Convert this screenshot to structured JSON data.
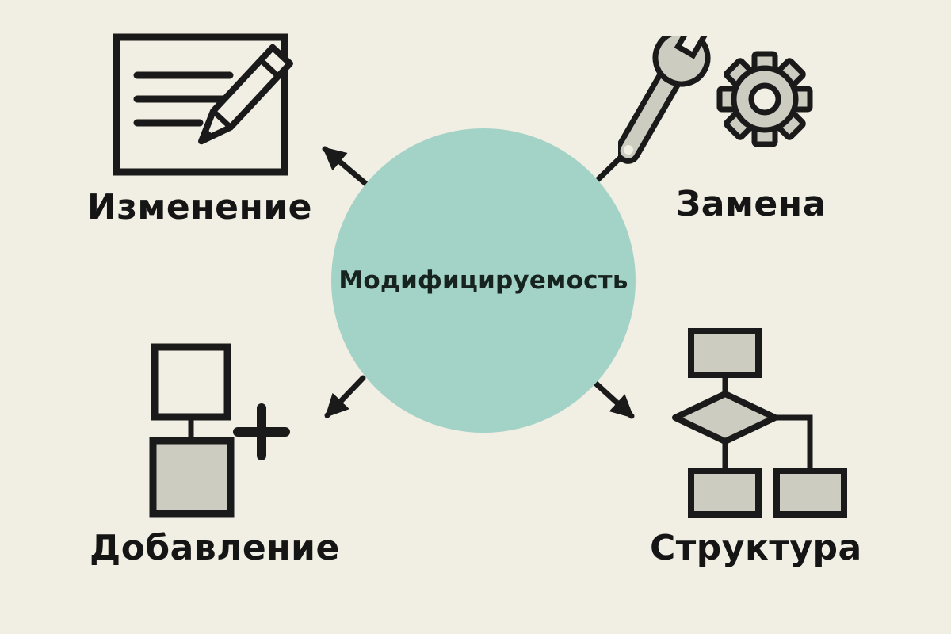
{
  "diagram": {
    "title": "Модифицируемость",
    "center": {
      "label": "Модифицируемость"
    },
    "nodes": [
      {
        "id": "change",
        "label": "Изменение",
        "icon": "document-pencil-icon",
        "position": "top-left"
      },
      {
        "id": "replacement",
        "label": "Замена",
        "icon": "wrench-gear-icon",
        "position": "top-right"
      },
      {
        "id": "addition",
        "label": "Добавление",
        "icon": "add-blocks-icon",
        "position": "bottom-left"
      },
      {
        "id": "structure",
        "label": "Структура",
        "icon": "flowchart-icon",
        "position": "bottom-right"
      }
    ],
    "colors": {
      "background": "#f1eee3",
      "circle_fill": "#a3d2c6",
      "icon_fill": "#cdccc1",
      "stroke": "#1a1a1a"
    }
  }
}
